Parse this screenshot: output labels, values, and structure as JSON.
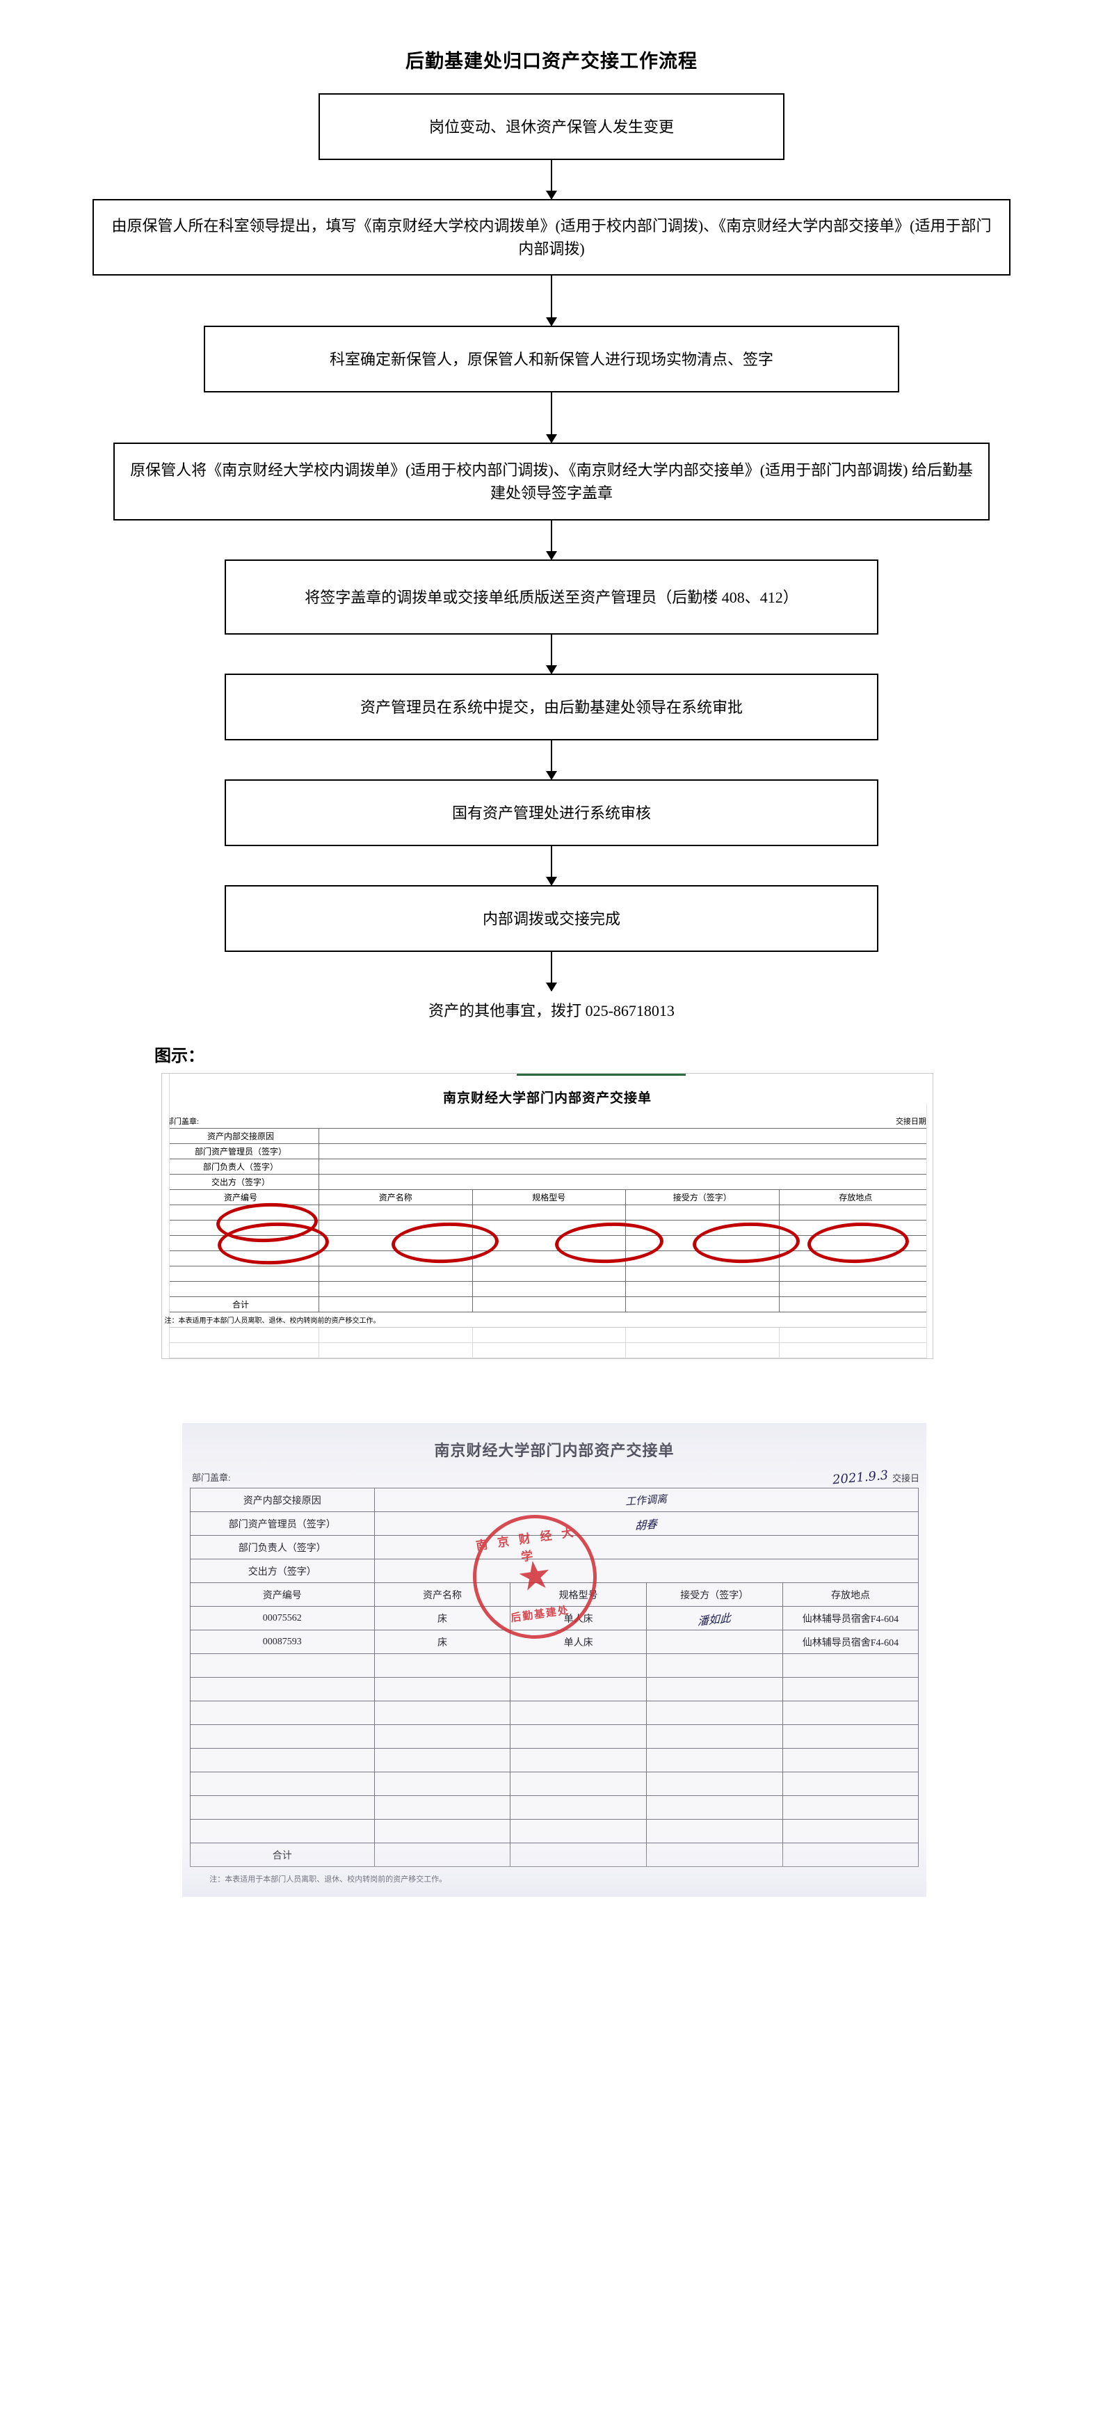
{
  "document": {
    "title": "后勤基建处归口资产交接工作流程"
  },
  "flowchart": {
    "nodes": [
      {
        "id": "n1",
        "text": "岗位变动、退休资产保管人发生变更"
      },
      {
        "id": "n2",
        "text": "由原保管人所在科室领导提出，填写《南京财经大学校内调拨单》(适用于校内部门调拨)、《南京财经大学内部交接单》(适用于部门内部调拨)"
      },
      {
        "id": "n3",
        "text": "科室确定新保管人，原保管人和新保管人进行现场实物清点、签字"
      },
      {
        "id": "n4",
        "text": "原保管人将《南京财经大学校内调拨单》(适用于校内部门调拨)、《南京财经大学内部交接单》(适用于部门内部调拨) 给后勤基建处领导签字盖章"
      },
      {
        "id": "n5",
        "text": "将签字盖章的调拨单或交接单纸质版送至资产管理员（后勤楼 408、412）"
      },
      {
        "id": "n6",
        "text": "资产管理员在系统中提交，由后勤基建处领导在系统审批"
      },
      {
        "id": "n7",
        "text": "国有资产管理处进行系统审核"
      },
      {
        "id": "n8",
        "text": "内部调拨或交接完成"
      }
    ],
    "footer_note": "资产的其他事宜，拨打 025-86718013"
  },
  "legend": {
    "label": "图示："
  },
  "blank_form": {
    "title": "南京财经大学部门内部资产交接单",
    "meta_left": "部门盖章:",
    "meta_right": "交接日期:",
    "label_rows": [
      {
        "label": "资产内部交接原因",
        "value": "",
        "circled": false
      },
      {
        "label": "部门资产管理员（签字）",
        "value": "",
        "circled": false
      },
      {
        "label": "部门负责人（签字）",
        "value": "",
        "circled": false
      },
      {
        "label": "交出方（签字）",
        "value": "",
        "circled": true
      }
    ],
    "columns": [
      {
        "label": "资产编号",
        "circled": true
      },
      {
        "label": "资产名称",
        "circled": true
      },
      {
        "label": "规格型号",
        "circled": true
      },
      {
        "label": "接受方（签字）",
        "circled": true
      },
      {
        "label": "存放地点",
        "circled": true
      }
    ],
    "empty_row_count": 6,
    "total_label": "合计",
    "note": "注：本表适用于本部门人员离职、退休、校内转岗前的资产移交工作。",
    "annotation_color": "#c00000",
    "accent_color": "#2f6b42"
  },
  "filled_form": {
    "title": "南京财经大学部门内部资产交接单",
    "meta_left": "部门盖章:",
    "meta_right_value": "2021.9.3",
    "meta_right": "交接日",
    "label_rows": [
      {
        "label": "资产内部交接原因",
        "value": "工作调离"
      },
      {
        "label": "部门资产管理员（签字）",
        "value": "胡春"
      },
      {
        "label": "部门负责人（签字）",
        "value": ""
      },
      {
        "label": "交出方（签字）",
        "value": ""
      }
    ],
    "columns": [
      "资产编号",
      "资产名称",
      "规格型号",
      "接受方（签字）",
      "存放地点"
    ],
    "rows": [
      {
        "asset_no": "00075562",
        "name": "床",
        "spec": "单人床",
        "receiver": "潘如此",
        "location": "仙林辅导员宿舍F4-604"
      },
      {
        "asset_no": "00087593",
        "name": "床",
        "spec": "单人床",
        "receiver": "",
        "location": "仙林辅导员宿舍F4-604"
      }
    ],
    "empty_row_count": 8,
    "total_label": "合计",
    "note": "注：本表适用于本部门人员离职、退休、校内转岗前的资产移交工作。",
    "stamp": {
      "top_text": "南京财经大学",
      "bottom_text": "后勤基建处",
      "glyph": "★",
      "color": "#d2232a"
    }
  }
}
